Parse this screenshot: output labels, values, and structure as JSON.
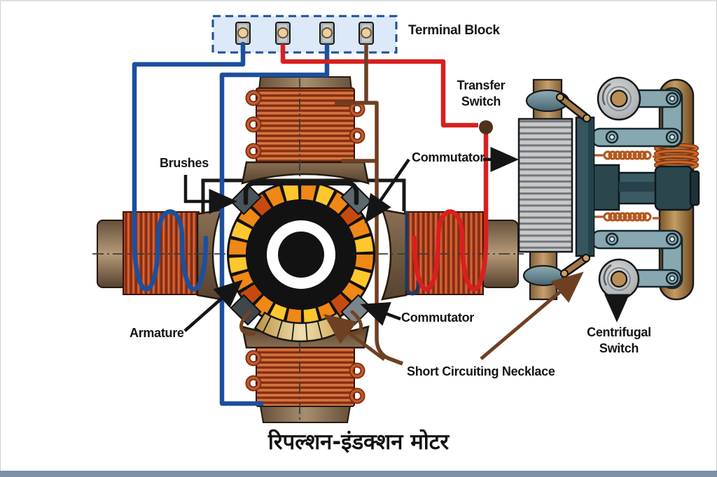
{
  "title": "रिपल्शन-इंडक्शन मोटर",
  "labels": {
    "terminal_block": "Terminal Block",
    "transfer_switch": {
      "line1": "Transfer",
      "line2": "Switch"
    },
    "brushes": "Brushes",
    "commutator_top": "Commutator",
    "commutator_bottom": "Commutator",
    "armature": "Armature",
    "short_circuiting_necklace": "Short Circuiting Necklace",
    "centrifugal_switch": {
      "line1": "Centrifugal",
      "line2": "Switch"
    }
  },
  "colors": {
    "wire_blue": "#1d4f9e",
    "wire_red": "#d91f1f",
    "wire_brown": "#6e4022",
    "wire_black": "#1a1a1a",
    "copper_winding": "#c05a2a",
    "commutator_orange": "#ef8816",
    "commutator_yellow": "#ffc72e",
    "terminal_panel": "#dce9f8",
    "necklace_gold": "#e4cd92",
    "steel_link": "#87a7b1"
  }
}
